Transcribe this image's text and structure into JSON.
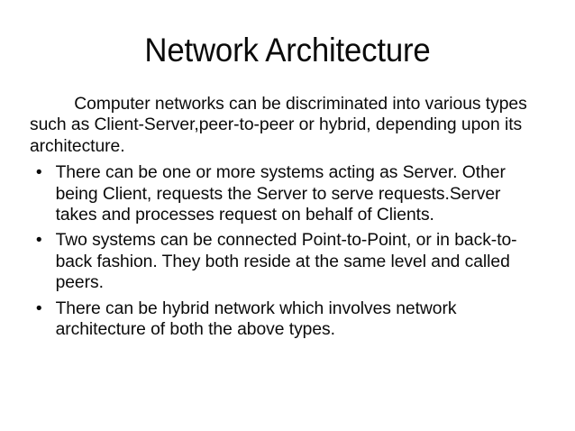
{
  "slide": {
    "title": "Network Architecture",
    "intro": "Computer networks can be discriminated into various types such as Client-Server,peer-to-peer or hybrid, depending upon its architecture.",
    "bullet_marker": "•",
    "bullets": [
      {
        "text": "There can be one or more systems acting as Server. Other being Client, requests the Server to serve requests.Server takes and processes request on behalf of Clients."
      },
      {
        "text": "Two systems can be connected Point-to-Point, or in back-to-back fashion. They both reside at the same level and called peers."
      },
      {
        "text": "There can be hybrid network which involves network architecture of both the above types."
      }
    ]
  },
  "colors": {
    "background": "#ffffff",
    "text": "#0a0a0a"
  }
}
